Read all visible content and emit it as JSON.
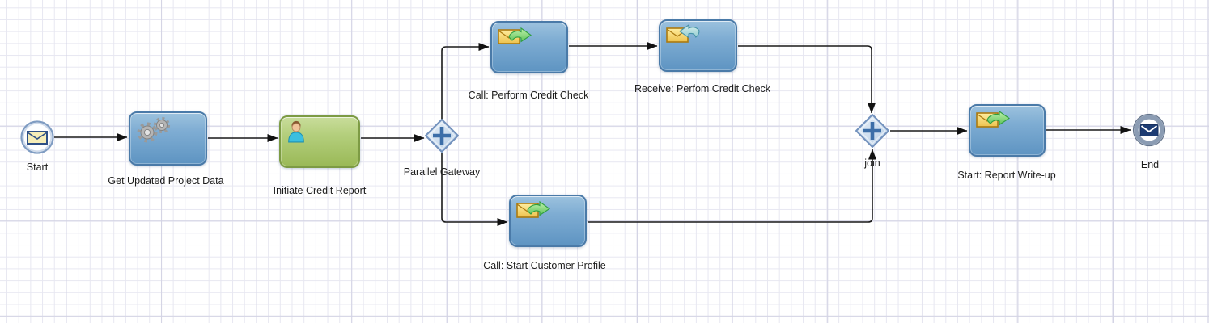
{
  "canvas": {
    "kind": "BPMN process diagram on grid canvas"
  },
  "colors": {
    "task_blue_top": "#9cc2de",
    "task_blue_bottom": "#5e94c2",
    "task_blue_border": "#4a7aa8",
    "task_green_top": "#c9dd9b",
    "task_green_bottom": "#9ab957",
    "task_green_border": "#7d9b44",
    "gateway_fill": "#cfdfef",
    "gateway_border": "#7291bd",
    "gateway_plus": "#3c6ea8",
    "flow_line": "#1a1a1a",
    "grid_minor": "#e7e7f1",
    "grid_major": "#d3d3e4",
    "label_text": "#1c1c1c"
  },
  "nodes": {
    "start_event": {
      "label": "Start",
      "icon": "message-envelope"
    },
    "task_get_updated": {
      "label": "Get Updated Project Data",
      "icon": "service-gears"
    },
    "task_initiate": {
      "label": "Initiate Credit Report",
      "icon": "user-person"
    },
    "gateway_split": {
      "label": "Parallel Gateway",
      "icon": "parallel-plus"
    },
    "task_call_credit": {
      "label": "Call: Perform Credit Check",
      "icon": "send-envelope-arrow"
    },
    "task_receive_credit": {
      "label": "Receive: Perfom Credit Check",
      "icon": "receive-envelope-arrow"
    },
    "task_call_customer": {
      "label": "Call: Start Customer Profile",
      "icon": "send-envelope-arrow"
    },
    "gateway_join": {
      "label": "join",
      "icon": "parallel-plus"
    },
    "task_report": {
      "label": "Start: Report Write-up",
      "icon": "send-envelope-arrow"
    },
    "end_event": {
      "label": "End",
      "icon": "message-envelope-filled"
    }
  }
}
